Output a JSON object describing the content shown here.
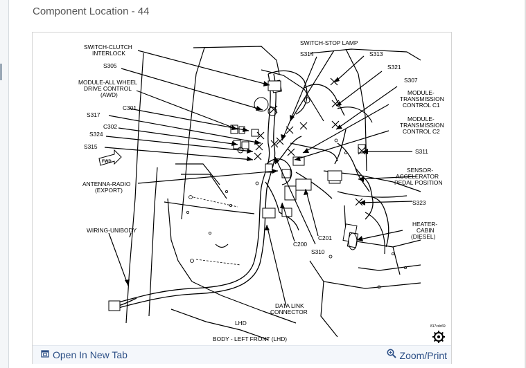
{
  "page": {
    "title": "Component Location - 44"
  },
  "diagram": {
    "labels": {
      "switch_clutch_1": "SWITCH-CLUTCH",
      "switch_clutch_2": "INTERLOCK",
      "s305": "S305",
      "mod_awd_1": "MODULE-ALL WHEEL",
      "mod_awd_2": "DRIVE CONTROL",
      "mod_awd_3": "(AWD)",
      "c301": "C301",
      "s317": "S317",
      "c302": "C302",
      "s324": "S324",
      "s315": "S315",
      "antenna_1": "ANTENNA-RADIO",
      "antenna_2": "(EXPORT)",
      "wiring": "WIRING-UNIBODY",
      "stop_lamp": "SWITCH-STOP LAMP",
      "s314": "S314",
      "s313": "S313",
      "s321": "S321",
      "s307": "S307",
      "tc1_1": "MODULE-",
      "tc1_2": "TRANSMISSION",
      "tc1_3": "CONTROL C1",
      "tc2_1": "MODULE-",
      "tc2_2": "TRANSMISSION",
      "tc2_3": "CONTROL C2",
      "s311": "S311",
      "sensor_1": "SENSOR-",
      "sensor_2": "ACCELERATOR",
      "sensor_3": "PEDAL POSITION",
      "s323": "S323",
      "heater_1": "HEATER-",
      "heater_2": "CABIN",
      "heater_3": "(DIESEL)",
      "c200": "C200",
      "c201": "C201",
      "s310": "S310",
      "dlc_1": "DATA LINK",
      "dlc_2": "CONNECTOR",
      "lhd": "LHD",
      "fwd": "FWD",
      "code": "817cdc69",
      "caption": "BODY - LEFT FRONT  (LHD)"
    }
  },
  "footer": {
    "open_tab": "Open In New Tab",
    "zoom": "Zoom/Print"
  },
  "icons": [
    "open-in-new-tab-icon",
    "zoom-icon",
    "gear-icon"
  ]
}
